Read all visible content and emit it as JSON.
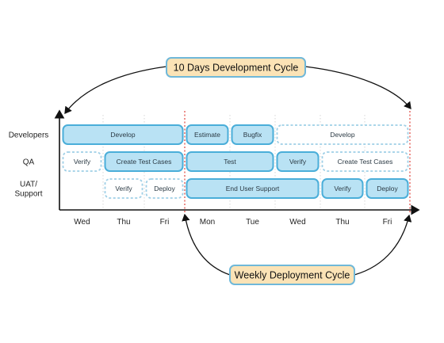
{
  "banners": {
    "top": "10 Days Development Cycle",
    "bottom": "Weekly Deployment Cycle"
  },
  "rows": [
    "Developers",
    "QA",
    "UAT/\nSupport"
  ],
  "days": [
    "Wed",
    "Thu",
    "Fri",
    "Mon",
    "Tue",
    "Wed",
    "Thu",
    "Fri"
  ],
  "tasks": [
    {
      "label": "Develop",
      "row": 0,
      "start": 0,
      "end": 3,
      "style": "solid"
    },
    {
      "label": "Estimate",
      "row": 0,
      "start": 3,
      "end": 4,
      "style": "solid"
    },
    {
      "label": "Bugfix",
      "row": 0,
      "start": 4,
      "end": 5,
      "style": "solid"
    },
    {
      "label": "Develop",
      "row": 0,
      "start": 5,
      "end": 8,
      "style": "dashed"
    },
    {
      "label": "Verify",
      "row": 1,
      "start": 0,
      "end": 1,
      "style": "dashed"
    },
    {
      "label": "Create Test Cases",
      "row": 1,
      "start": 1,
      "end": 3,
      "style": "solid"
    },
    {
      "label": "Test",
      "row": 1,
      "start": 3,
      "end": 5,
      "style": "solid"
    },
    {
      "label": "Verify",
      "row": 1,
      "start": 5,
      "end": 6,
      "style": "solid"
    },
    {
      "label": "Create Test Cases",
      "row": 1,
      "start": 6,
      "end": 8,
      "style": "dashed"
    },
    {
      "label": "Verify",
      "row": 2,
      "start": 1,
      "end": 2,
      "style": "dashed"
    },
    {
      "label": "Deploy",
      "row": 2,
      "start": 2,
      "end": 3,
      "style": "dashed"
    },
    {
      "label": "End User Support",
      "row": 2,
      "start": 3,
      "end": 6,
      "style": "solid"
    },
    {
      "label": "Verify",
      "row": 2,
      "start": 6,
      "end": 7,
      "style": "solid"
    },
    {
      "label": "Deploy",
      "row": 2,
      "start": 7,
      "end": 8,
      "style": "solid"
    }
  ],
  "colors": {
    "solid_fill": "#b9e2f4",
    "solid_stroke": "#4aaed9",
    "dashed_fill": "#ffffff",
    "dashed_stroke": "#9fcfe6",
    "separator": "#e2524a",
    "banner_fill": "#fbe3b6",
    "banner_stroke": "#6fb8d9"
  }
}
